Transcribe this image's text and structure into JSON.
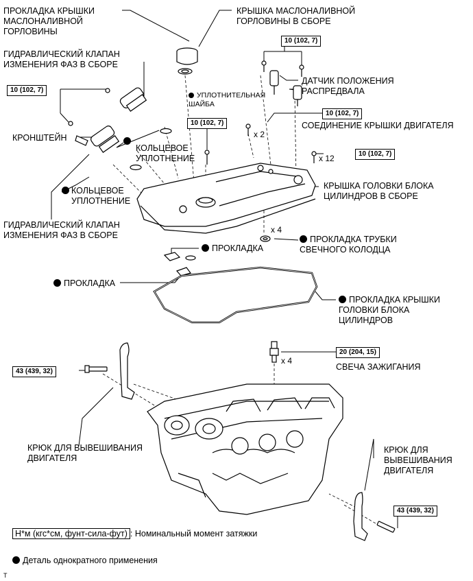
{
  "labels": {
    "oil_cap_gasket": "ПРОКЛАДКА КРЫШКИ\nМАСЛОНАЛИВНОЙ\nГОРЛОВИНЫ",
    "oil_cap_assy": "КРЫШКА МАСЛОНАЛИВНОЙ\nГОРЛОВИНЫ В СБОРЕ",
    "ocv_top": "ГИДРАВЛИЧЕСКИЙ КЛАПАН\nИЗМЕНЕНИЯ ФАЗ В СБОРЕ",
    "cam_sensor": "ДАТЧИК ПОЛОЖЕНИЯ\nРАСПРЕДВАЛА",
    "seal_washer": "УПЛОТНИТЕЛЬНАЯ\nШАЙБА",
    "engine_cover_joint": "СОЕДИНЕНИЕ КРЫШКИ ДВИГАТЕЛЯ",
    "bracket": "КРОНШТЕЙН",
    "oring_1": "КОЛЬЦЕВОЕ\nУПЛОТНЕНИЕ",
    "oring_2": "КОЛЬЦЕВОЕ\nУПЛОТНЕНИЕ",
    "head_cover_assy": "КРЫШКА ГОЛОВКИ БЛОКА\nЦИЛИНДРОВ В СБОРЕ",
    "ocv_bottom": "ГИДРАВЛИЧЕСКИЙ КЛАПАН\nИЗМЕНЕНИЯ ФАЗ В СБОРЕ",
    "plug_tube_gasket": "ПРОКЛАДКА ТРУБКИ\nСВЕЧНОГО КОЛОДЦА",
    "gasket_1": "ПРОКЛАДКА",
    "gasket_2": "ПРОКЛАДКА",
    "head_cover_gasket": "ПРОКЛАДКА КРЫШКИ\nГОЛОВКИ БЛОКА\nЦИЛИНДРОВ",
    "spark_plug": "СВЕЧА ЗАЖИГАНИЯ",
    "hook_left": "КРЮК ДЛЯ ВЫВЕШИВАНИЯ\nДВИГАТЕЛЯ",
    "hook_right": "КРЮК ДЛЯ\nВЫВЕШИВАНИЯ\nДВИГАТЕЛЯ"
  },
  "torques": {
    "t1": "10 (102, 7)",
    "t2": "10 (102, 7)",
    "t3": "10 (102, 7)",
    "t4": "10 (102, 7)",
    "t5": "10 (102, 7)",
    "t6": "20 (204, 15)",
    "t7": "43 (439, 32)",
    "t8": "43 (439, 32)"
  },
  "counts": {
    "c1": "x 2",
    "c2": "x 12",
    "c3": "x 4",
    "c4": "x 4"
  },
  "legend": {
    "unit_box": "Н*м (кгс*см, фунт-сила-фут)",
    "unit_text": ": Номинальный момент затяжки",
    "single_use": "Деталь однократного применения"
  },
  "footer_code": "T"
}
